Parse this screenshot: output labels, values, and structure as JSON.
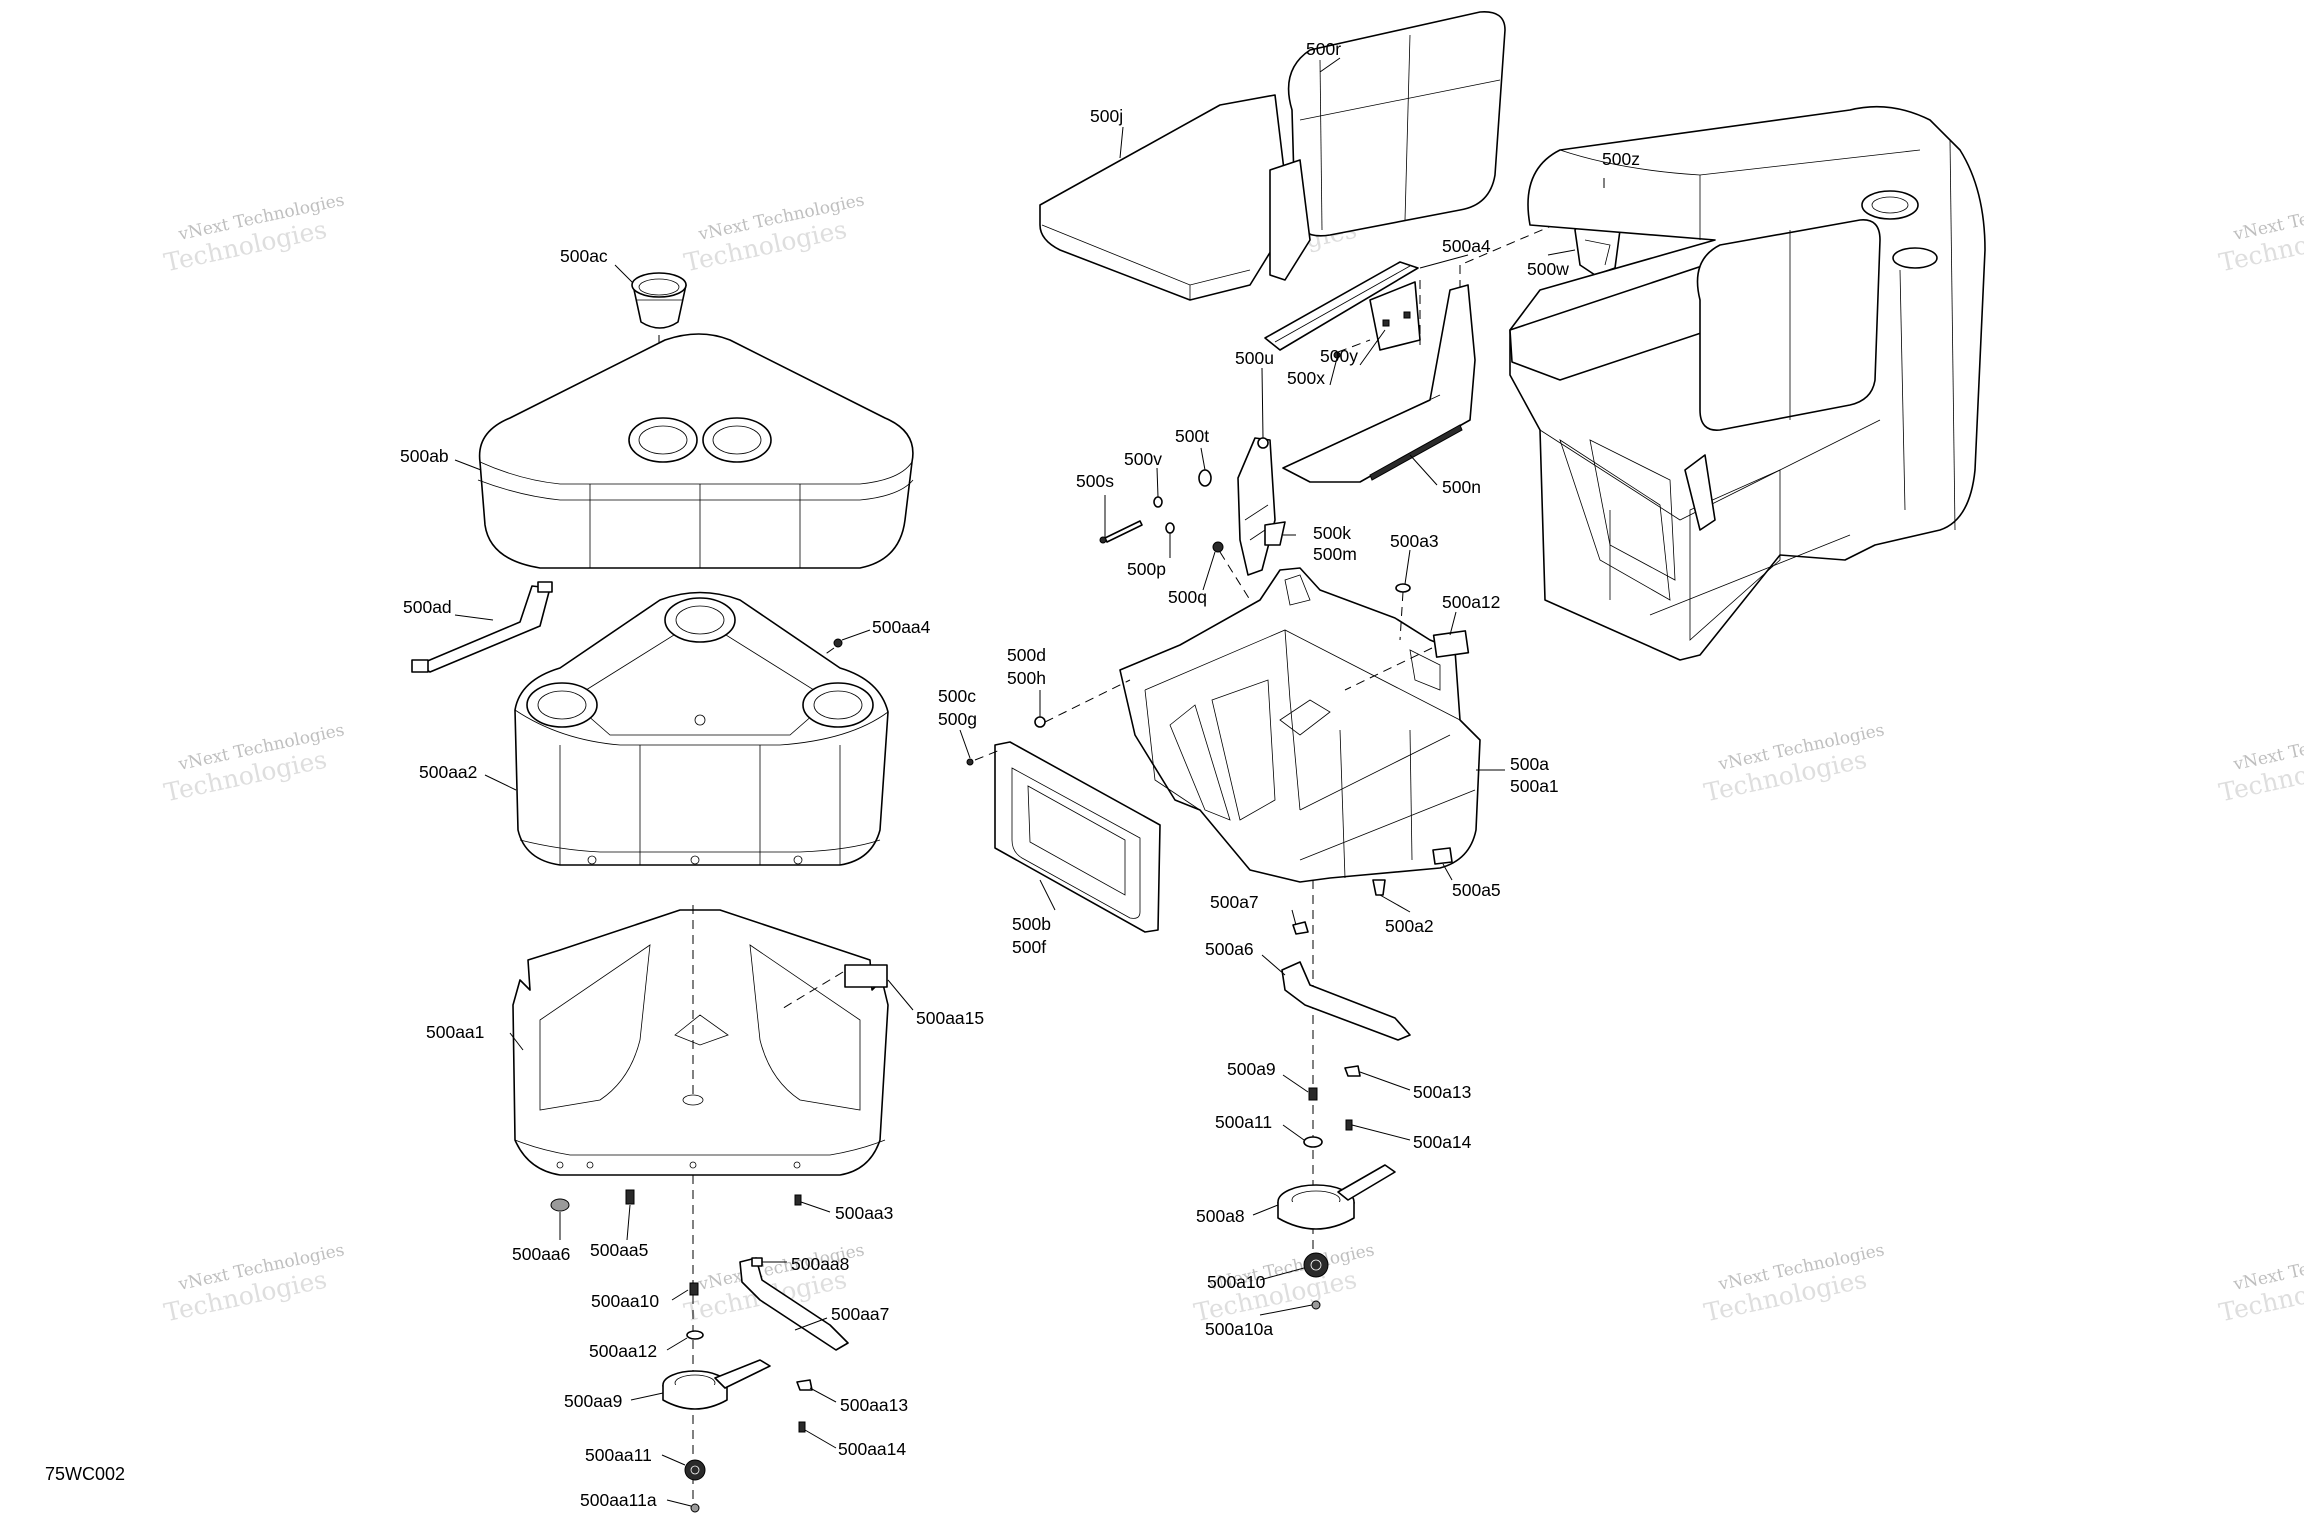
{
  "diagram": {
    "code": "75WC002",
    "watermark": {
      "line1": "vNext Technologies",
      "line2": "Technologies"
    },
    "labels": {
      "500r": "500r",
      "500j": "500j",
      "500z": "500z",
      "500a4": "500a4",
      "500w": "500w",
      "500y": "500y",
      "500x": "500x",
      "500u": "500u",
      "500t": "500t",
      "500v": "500v",
      "500s": "500s",
      "500n": "500n",
      "500k": "500k",
      "500m": "500m",
      "500p": "500p",
      "500q": "500q",
      "500a3": "500a3",
      "500a12": "500a12",
      "500d": "500d",
      "500h": "500h",
      "500c": "500c",
      "500g": "500g",
      "500a": "500a",
      "500a1": "500a1",
      "500b": "500b",
      "500f": "500f",
      "500a5": "500a5",
      "500a2": "500a2",
      "500a7": "500a7",
      "500a6": "500a6",
      "500a9": "500a9",
      "500a13": "500a13",
      "500a11": "500a11",
      "500a14": "500a14",
      "500a8": "500a8",
      "500a10": "500a10",
      "500a10a": "500a10a",
      "500ac": "500ac",
      "500ab": "500ab",
      "500ad": "500ad",
      "500aa4": "500aa4",
      "500aa2": "500aa2",
      "500aa1": "500aa1",
      "500aa15": "500aa15",
      "500aa6": "500aa6",
      "500aa5": "500aa5",
      "500aa3": "500aa3",
      "500aa8": "500aa8",
      "500aa10": "500aa10",
      "500aa7": "500aa7",
      "500aa12": "500aa12",
      "500aa9": "500aa9",
      "500aa13": "500aa13",
      "500aa11": "500aa11",
      "500aa14": "500aa14",
      "500aa11a": "500aa11a"
    }
  }
}
